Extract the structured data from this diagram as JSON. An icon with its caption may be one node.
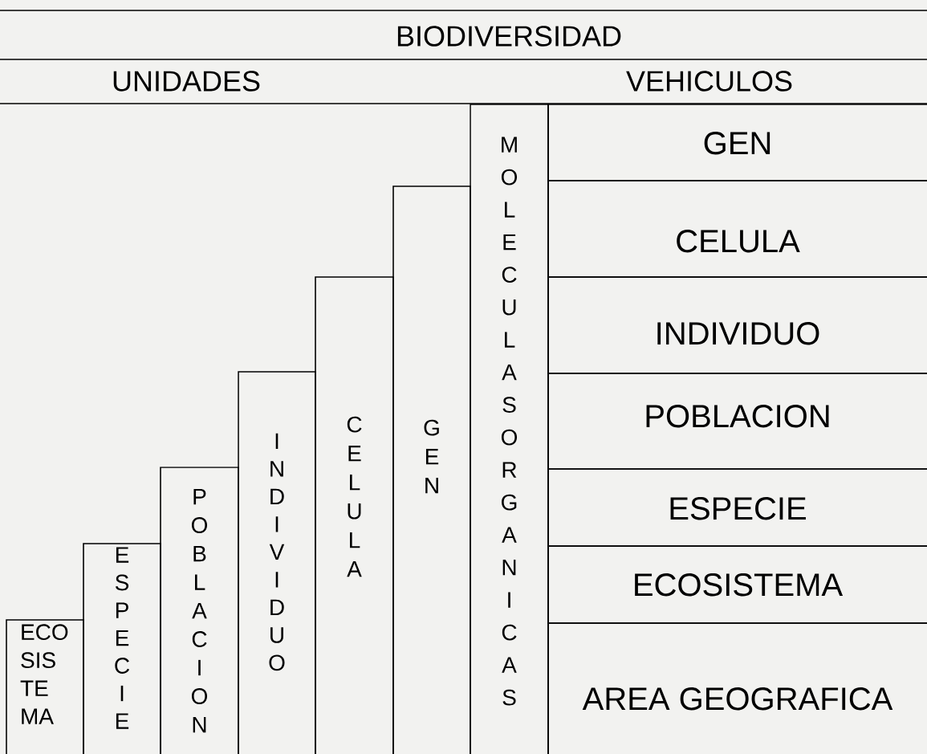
{
  "diagram": {
    "title": "BIODIVERSIDAD",
    "nodes": [
      {
        "text": [
          "ECO SIS TE MA"
        ]
      },
      {
        "text": [
          "ESPECIE"
        ]
      },
      {
        "text": [
          "POBLACION"
        ]
      },
      {
        "text": [
          "INDIVIDUO"
        ]
      },
      {
        "text": [
          "CELULA"
        ]
      },
      {
        "text": [
          "GEN"
        ]
      },
      {
        "text": [
          "MOLECULASORGANICAS"
        ]
      },
      {
        "text": [
          "GEN"
        ]
      },
      {
        "text": [
          "CELULA"
        ]
      },
      {
        "text": [
          "INDIVIDUO"
        ]
      },
      {
        "text": [
          "POBLACION"
        ]
      },
      {
        "text": [
          "ESPECIE"
        ]
      },
      {
        "text": [
          "ECOSISTEMA"
        ]
      },
      {
        "text": [
          "AREA GEOGRAFICA"
        ]
      }
    ],
    "labels": [
      "UNIDADES",
      "VEHICULOS"
    ]
  }
}
